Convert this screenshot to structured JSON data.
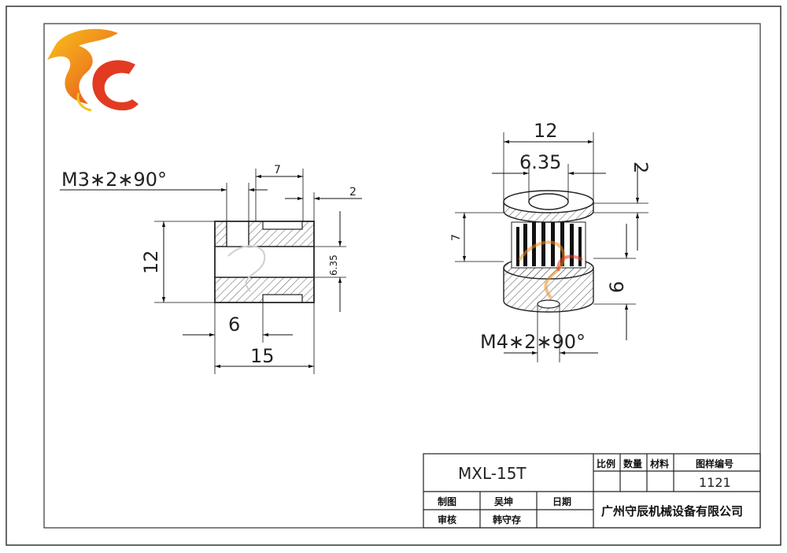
{
  "drawing": {
    "part_number": "MXL-15T",
    "logo_text": "SC",
    "front_view": {
      "set_screw": "M3∗2∗90°",
      "dim_top": "7",
      "dim_top_right": "2",
      "dim_height": "12",
      "dim_bore": "6.35",
      "dim_hub": "6",
      "dim_total": "15"
    },
    "iso_view": {
      "dim_outer": "12",
      "dim_bore": "6.35",
      "dim_flange": "2",
      "dim_teeth": "7",
      "dim_hub": "6",
      "set_screw": "M4∗2∗90°"
    }
  },
  "title_block": {
    "scale_label": "比例",
    "qty_label": "数量",
    "material_label": "材料",
    "drawing_no_label": "图样编号",
    "drawing_no": "1121",
    "drawn_label": "制图",
    "drawn_by": "吴坤",
    "date_label": "日期",
    "checked_label": "审核",
    "checked_by": "韩守存",
    "company": "广州守辰机械设备有限公司"
  },
  "colors": {
    "line": "#222222",
    "logo_orange": "#f08a1c",
    "logo_red": "#e23b22",
    "logo_yellow": "#f6c21c"
  }
}
